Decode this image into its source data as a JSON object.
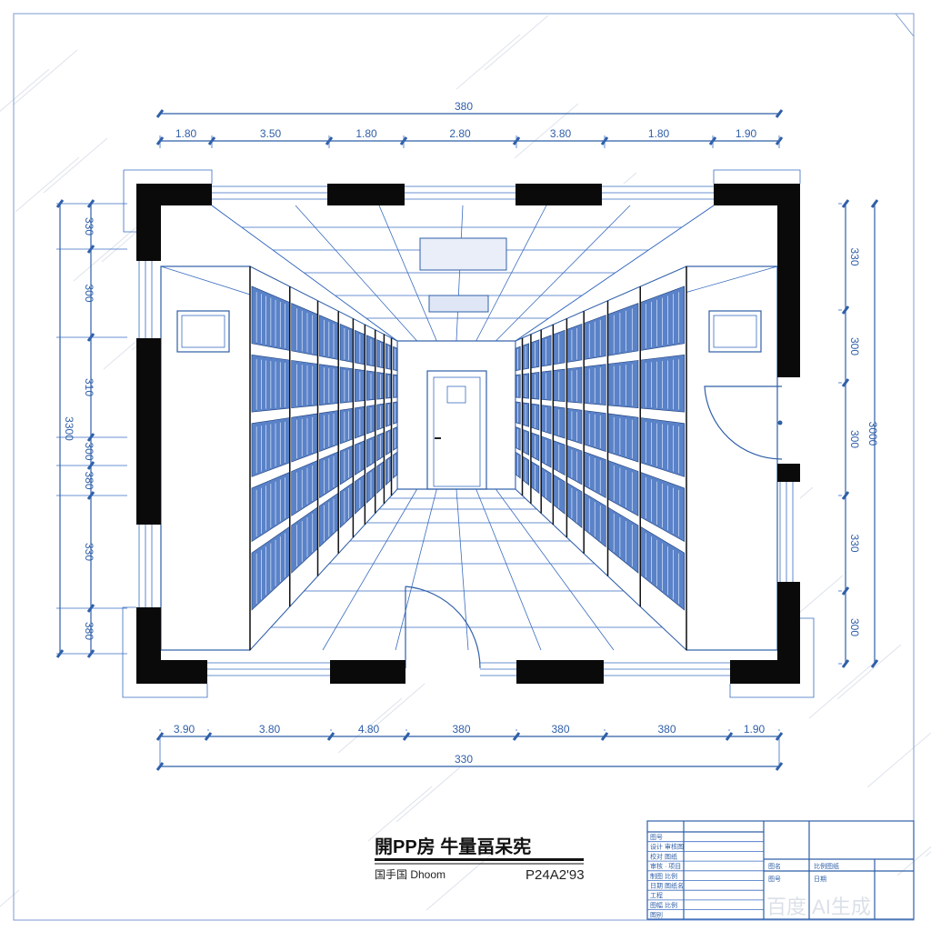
{
  "drawing": {
    "title": "開PP房 牛量畐呆宪",
    "subtitle": "国手国 Dhoom",
    "code": "P24A2'93",
    "watermark": "百度 AI生成",
    "colors": {
      "line": "#2f5fa8",
      "wall": "#0a0a0a",
      "books": "#5a82c8"
    }
  },
  "dimensions": {
    "top_total": "380",
    "top": [
      "1.80",
      "3.50",
      "1.80",
      "2.80",
      "3.80",
      "1.80",
      "1.90"
    ],
    "bottom": [
      "3.90",
      "3.80",
      "4.80",
      "380",
      "380",
      "380",
      "1.90"
    ],
    "bottom_total": "330",
    "left": [
      "330",
      "300",
      "310",
      "300",
      "380",
      "330",
      "380"
    ],
    "left_total": "3300",
    "right": [
      "330",
      "300",
      "300",
      "330",
      "300"
    ],
    "right_total": "3000"
  },
  "title_block": {
    "left_rows": [
      "图号",
      "设计 审核图",
      "校对 图纸",
      "审核 · 项目",
      "制图 比例",
      "日期 图纸名",
      "工程",
      "图幅 比例",
      "图别"
    ],
    "cells": [
      "图名",
      "比例图纸",
      "图号",
      "日期"
    ]
  }
}
